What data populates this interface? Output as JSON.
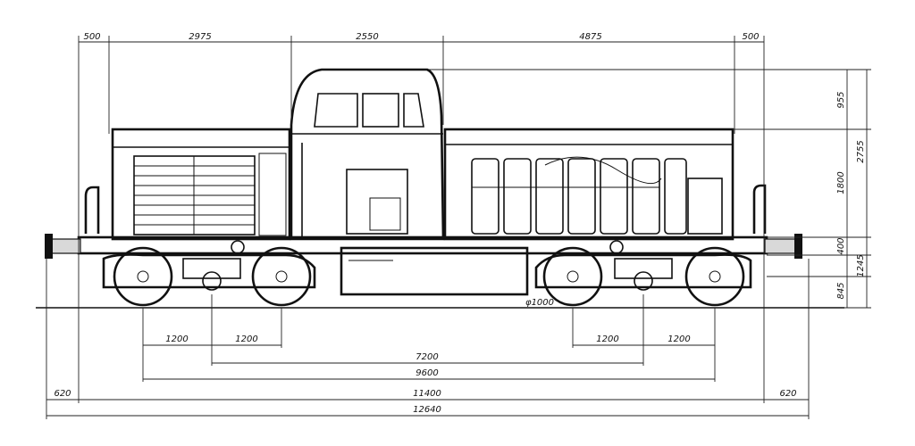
{
  "dimensions": {
    "top": [
      "500",
      "2975",
      "2550",
      "4875",
      "500"
    ],
    "right": [
      "955",
      "2755",
      "1800",
      "400",
      "1245",
      "845"
    ],
    "wheel_diameter": "φ1000",
    "axle_left": [
      "1200",
      "1200"
    ],
    "axle_right": [
      "1200",
      "1200"
    ],
    "bogie_centres": "7200",
    "wheelbase_total": "9600",
    "over_frame": "11400",
    "overhang_left": "620",
    "overhang_right": "620",
    "over_buffers": "12640"
  }
}
